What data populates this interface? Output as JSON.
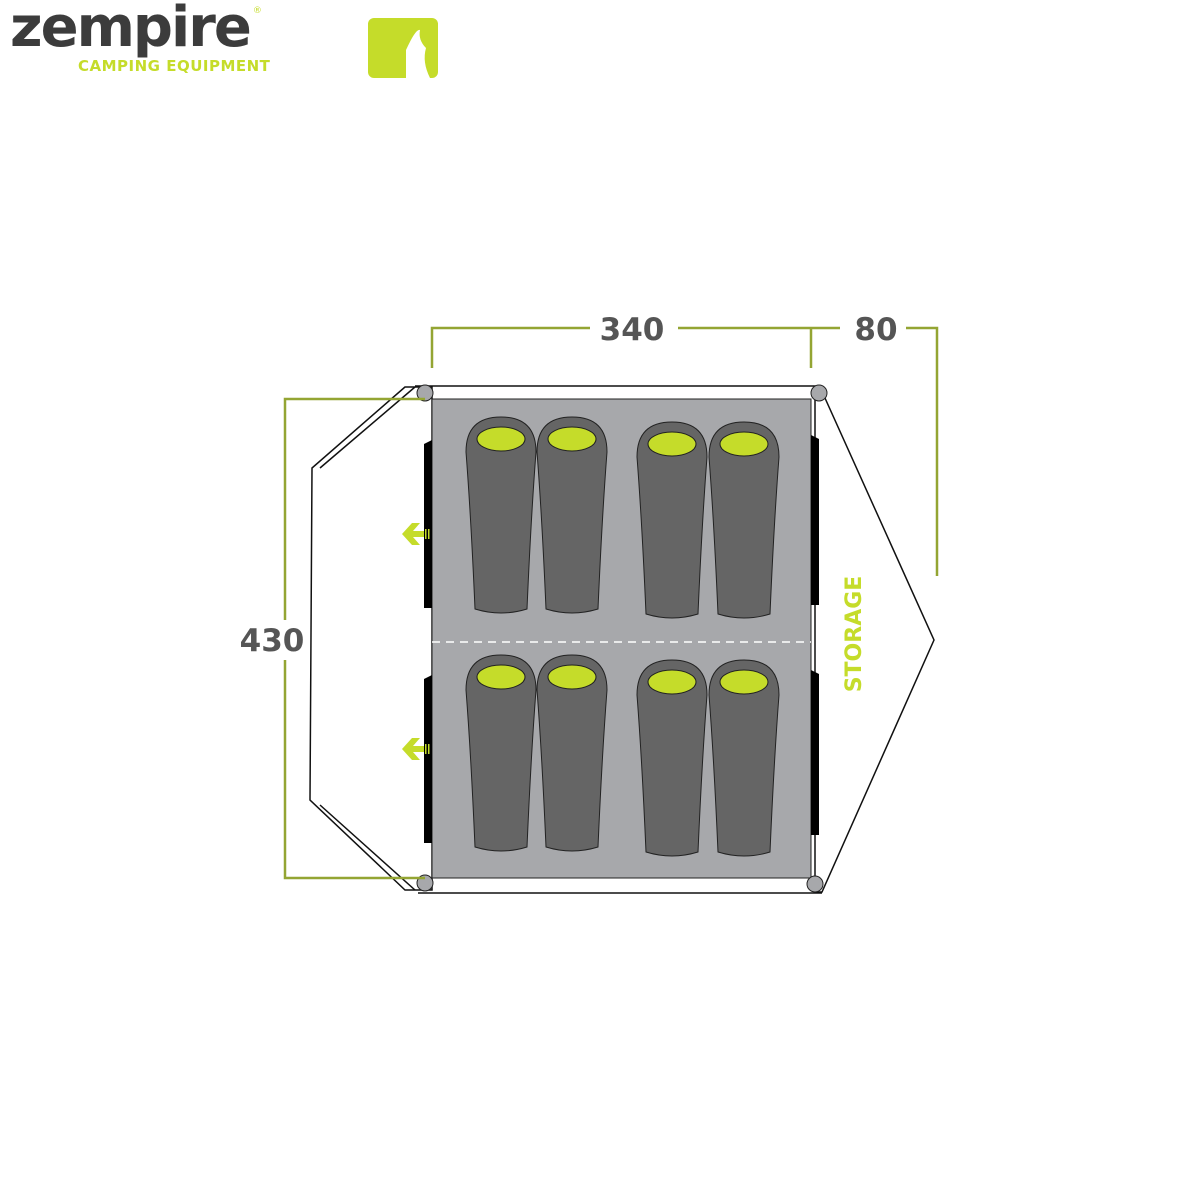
{
  "logo": {
    "brand": "zempire",
    "tagline": "CAMPING EQUIPMENT",
    "registered": "®"
  },
  "dimensions": {
    "width_inner": "340",
    "width_porch": "80",
    "depth": "430"
  },
  "labels": {
    "storage": "STORAGE"
  },
  "colors": {
    "accent": "#c5dc2a",
    "dimension_line": "#94a533",
    "floor": "#a7a8ab",
    "sleeping_bag": "#656565",
    "text": "#555555"
  },
  "sleeping_bags": 8
}
